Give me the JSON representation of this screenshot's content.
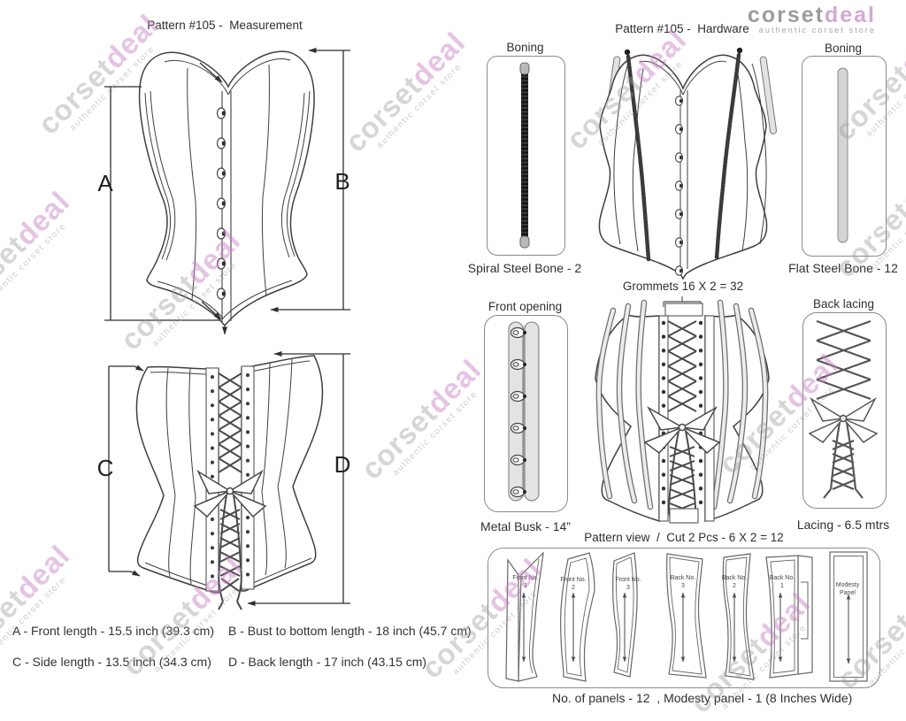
{
  "logo": {
    "part1": "corset",
    "part2": "deal",
    "tagline": "authentic corset store"
  },
  "watermark": {
    "part1": "corset",
    "part2": "deal",
    "tagline": "authentic corset store"
  },
  "measurement": {
    "title": "Pattern #105 -  Measurement",
    "labels": {
      "a": "A",
      "b": "B",
      "c": "C",
      "d": "D"
    },
    "legend": [
      "A - Front length - 15.5 inch (39.3 cm)",
      "B - Bust to bottom length - 18 inch (45.7 cm)",
      "C - Side length - 13.5 inch (34.3 cm)",
      "D - Back length - 17 inch (43.15 cm)"
    ]
  },
  "hardware": {
    "title": "Pattern #105 -  Hardware",
    "spiral_bone": {
      "header": "Boning",
      "caption": "Spiral Steel Bone - 2"
    },
    "flat_bone": {
      "header": "Boning",
      "caption": "Flat Steel Bone - 12"
    },
    "grommets_label": "Grommets 16 X 2 = 32",
    "front_opening": {
      "header": "Front opening",
      "caption": "Metal Busk - 14”"
    },
    "back_lacing": {
      "header": "Back lacing",
      "caption": "Lacing - 6.5 mtrs"
    }
  },
  "pattern_view": {
    "title": "Pattern view  /  Cut 2 Pcs - 6 X 2 = 12",
    "panels": [
      "Front No. 1",
      "Front No. 2",
      "Front No. 3",
      "Back No. 3",
      "Back No. 2",
      "Back No. 1",
      "Modesty Panel"
    ],
    "caption": "No. of panels - 12  , Modesty panel - 1 (8 Inches Wide)"
  },
  "colors": {
    "accent_pink": "#d4a8d1",
    "line": "#3f3f3f",
    "text": "#333333"
  }
}
